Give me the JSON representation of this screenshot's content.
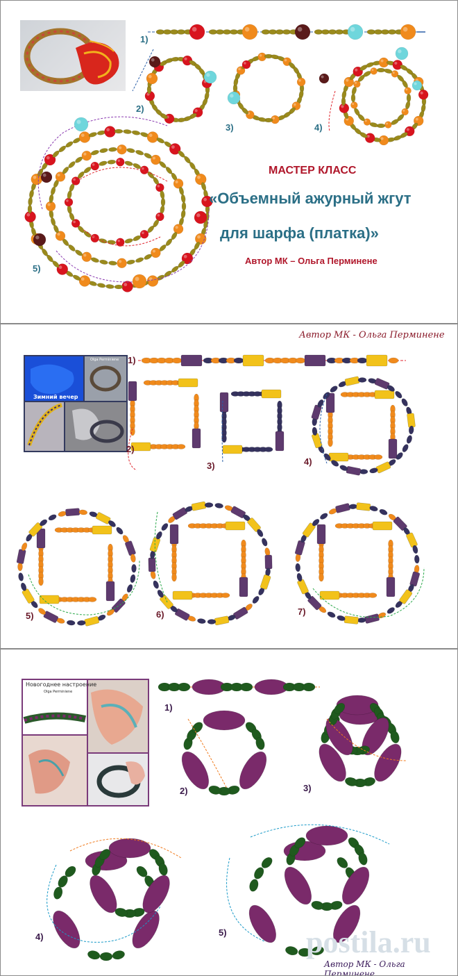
{
  "panel1": {
    "heading": "МАСТЕР КЛАСС",
    "title_line1": "«Объемный ажурный жгут",
    "title_line2": "для шарфа (платка)»",
    "author": "Автор МК – Ольга Перминене",
    "steps": [
      "1)",
      "2)",
      "3)",
      "4)",
      "5)"
    ]
  },
  "panel2": {
    "author": "Автор МК - Ольга Перминене",
    "photo_caption": "Зимний вечер",
    "photo_signature": "Olga Perminiene",
    "steps": [
      "1)",
      "2)",
      "3)",
      "4)",
      "5)",
      "6)",
      "7)"
    ]
  },
  "panel3": {
    "photo_caption": "Новогоднее настроение",
    "photo_signature": "Olga Perminiene",
    "author": "Автор МК - Ольга Перминене",
    "watermark": "postila.ru",
    "steps": [
      "1)",
      "2)",
      "3)",
      "4)",
      "5)"
    ]
  },
  "colors": {
    "seed_gold": "#9a8a1c",
    "bead_orange": "#f08a1c",
    "bead_red": "#d8141e",
    "bead_brown": "#5a1a1a",
    "bead_cyan": "#6fd6dc",
    "bead_purple": "#5e3a6e",
    "bead_yellow": "#f2c21a",
    "bead_darkblue": "#35325e",
    "bead_green": "#1f5a1e",
    "bead_magenta": "#7a2a6a",
    "thread_red": "#e0262e",
    "thread_blue": "#2a5fa8",
    "thread_purple": "#8a3ab0",
    "thread_green": "#2aa84a",
    "thread_orange": "#f07a1c",
    "thread_cyan": "#1a9ac8"
  }
}
